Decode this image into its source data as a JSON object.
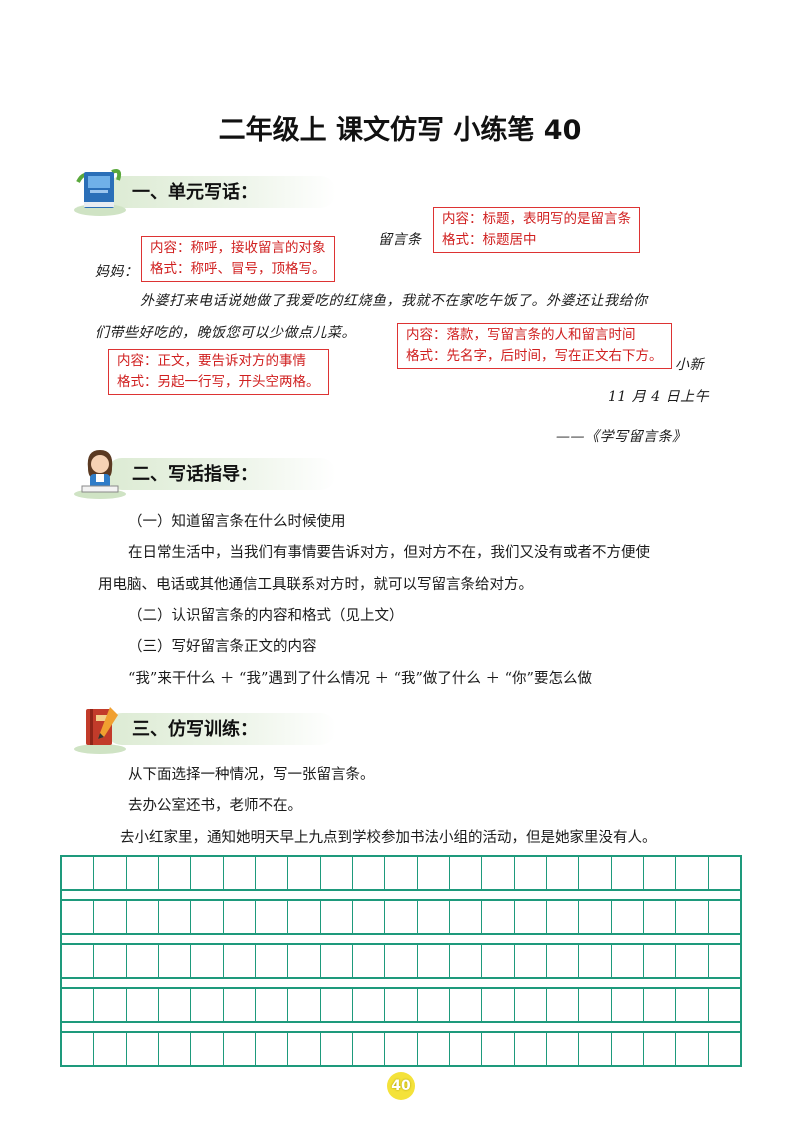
{
  "title": "二年级上 课文仿写 小练笔 40",
  "sections": {
    "s1": {
      "label": "一、单元写话："
    },
    "s2": {
      "label": "二、写话指导："
    },
    "s3": {
      "label": "三、仿写训练："
    }
  },
  "letter": {
    "heading": "留言条",
    "salutation": "妈妈：",
    "body_line1": "外婆打来电话说她做了我爱吃的红烧鱼，我就不在家吃午饭了。外婆还让我给你",
    "body_line2": "们带些好吃的，晚饭您可以少做点儿菜。",
    "signature": "小新",
    "date": "11 月 4 日上午",
    "source": "——《学写留言条》"
  },
  "notes": {
    "title_note": {
      "line1": "内容：标题，表明写的是留言条",
      "line2": "格式：标题居中"
    },
    "salutation_note": {
      "line1": "内容：称呼，接收留言的对象",
      "line2": "格式：称呼、冒号，顶格写。"
    },
    "signature_note": {
      "line1": "内容：落款，写留言条的人和留言时间",
      "line2": "格式：先名字，后时间，写在正文右下方。"
    },
    "body_note": {
      "line1": "内容：正文，要告诉对方的事情",
      "line2": "格式：另起一行写，开头空两格。"
    }
  },
  "guide": {
    "p1": "（一）知道留言条在什么时候使用",
    "p2_line1": "在日常生活中，当我们有事情要告诉对方，但对方不在，我们又没有或者不方便使",
    "p2_line2": "用电脑、电话或其他通信工具联系对方时，就可以写留言条给对方。",
    "p3": "（二）认识留言条的内容和格式（见上文）",
    "p4": "（三）写好留言条正文的内容",
    "p5": "“我”来干什么 ＋ “我”遇到了什么情况 ＋ “我”做了什么 ＋ “你”要怎么做"
  },
  "training": {
    "p1": "从下面选择一种情况，写一张留言条。",
    "p2": "去办公室还书，老师不在。",
    "p3": "去小红家里，通知她明天早上九点到学校参加书法小组的活动，但是她家里没有人。"
  },
  "grid": {
    "rows": 5,
    "columns": 21
  },
  "page_number": "40",
  "colors": {
    "note_red": "#d33333",
    "grid_green": "#1e9a7c",
    "band_green": "#dcebd3",
    "page_badge": "#f4e23a"
  }
}
